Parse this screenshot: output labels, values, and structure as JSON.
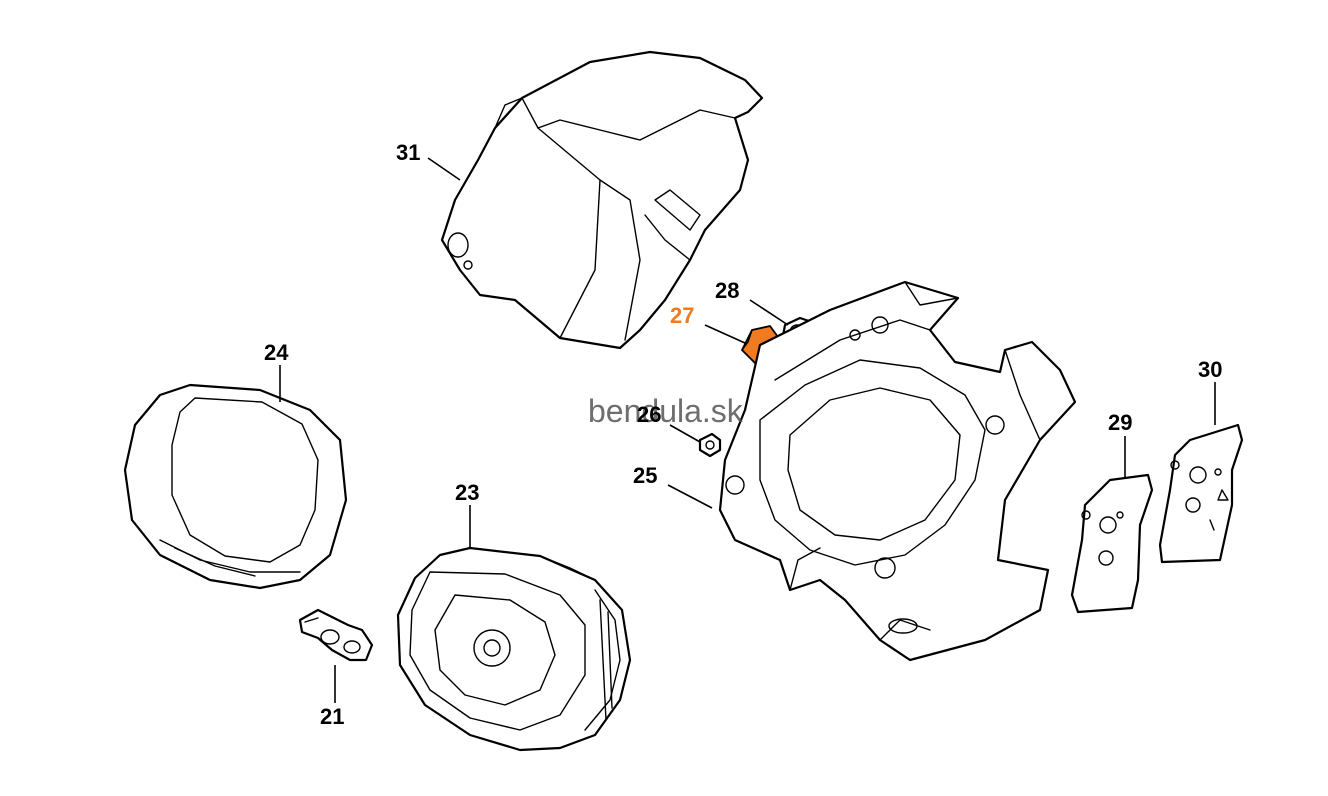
{
  "watermark": "bendula.sk",
  "highlight_color": "#f07b21",
  "callouts": {
    "c21": "21",
    "c23": "23",
    "c24": "24",
    "c25": "25",
    "c26": "26",
    "c27": "27",
    "c28": "28",
    "c29": "29",
    "c30": "30",
    "c31": "31"
  },
  "highlighted_part": "27"
}
